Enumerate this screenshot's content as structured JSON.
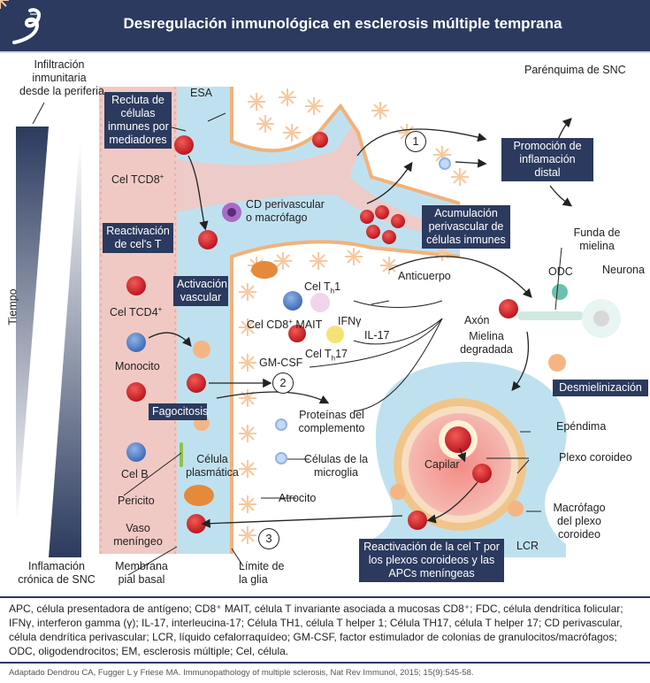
{
  "header": {
    "title": "Desregulación inmunológica en esclerosis múltiple temprana",
    "logo_icon": "dna-helix-logo"
  },
  "axis": {
    "top_label": [
      "Infiltración",
      "inmunitaria",
      "desde la periferia"
    ],
    "side_label": "Tiempo",
    "bottom_label": [
      "Inflamación",
      "crónica de SNC"
    ]
  },
  "regions": {
    "esa": "ESA",
    "parenquima": "Parénquima de SNC",
    "lcr": "LCR"
  },
  "boxes": {
    "recluta": [
      "Recluta de",
      "células",
      "inmunes por",
      "mediadores"
    ],
    "reactivacion_t": [
      "Reactivación",
      "de cel's T"
    ],
    "activacion_vascular": [
      "Activación",
      "vascular"
    ],
    "fagocitosis": "Fagocitosis",
    "acumulacion": [
      "Acumulación",
      "perivascular de",
      "células inmunes"
    ],
    "promocion": [
      "Promoción de",
      "inflamación",
      "distal"
    ],
    "desmielinizacion": "Desmielinización",
    "reactivacion_plexos": [
      "Reactivación de la cel T por",
      "los plexos coroideos y las",
      "APCs meníngeas"
    ]
  },
  "labels": {
    "cel_tcd8": "Cel TCD8",
    "cel_tcd8_sup": "+",
    "cd_perivascular": [
      "CD perivascular",
      "o macrófago"
    ],
    "cel_tcd4": "Cel TCD4",
    "cel_tcd4_sup": "+",
    "monocito": "Monocito",
    "cel_b": "Cel B",
    "pericito": "Pericito",
    "celula_plasmatica": [
      "Célula",
      "plasmática"
    ],
    "vaso_meningeo": [
      "Vaso",
      "meníngeo"
    ],
    "membrana": [
      "Membrana",
      "pial basal"
    ],
    "limite_glia": [
      "Límite de",
      "la glia"
    ],
    "atrocito": "Atrocito",
    "microglia": [
      "Células de la",
      "microglia"
    ],
    "proteinas": [
      "Proteínas del",
      "complemento"
    ],
    "cel_th1": "Cel T",
    "cel_th1_sub": "h",
    "cel_th1_num": "1",
    "cel_cd8_mait": "Cel CD8",
    "cel_cd8_mait_sup": "+",
    "cel_cd8_mait_tail": " MAIT",
    "ifny": "IFNγ",
    "il17": "IL-17",
    "cel_th17": "Cel T",
    "cel_th17_sub": "h",
    "cel_th17_num": "17",
    "gmcsf": "GM-CSF",
    "anticuerpo": "Anticuerpo",
    "funda_mielina": [
      "Funda de",
      "mielina"
    ],
    "odc": "ODC",
    "neurona": "Neurona",
    "axon": "Axón",
    "mielina_degradada": [
      "Mielina",
      "degradada"
    ],
    "ependima": "Epéndima",
    "plexo_coroideo": "Plexo coroideo",
    "capilar": "Capilar",
    "macrofago_plexo": [
      "Macrófago",
      "del plexo",
      "coroideo"
    ]
  },
  "steps": [
    "1",
    "2",
    "3"
  ],
  "colors": {
    "navy": "#2b3a5e",
    "vessel_pink": "#f1c9c4",
    "csf_blue": "#bfe1ef",
    "astro_peach": "#f7d3b0",
    "tcell_red": "#d0202a",
    "border_orange": "#f2b27a"
  },
  "footer": {
    "abbreviations": "APC, célula presentadora de antígeno; CD8⁺ MAIT, célula T invariante asociada a mucosas CD8⁺; FDC, célula dendrítica folicular; IFNγ, interferon gamma (γ); IL-17, interleucina-17; Célula TH1, célula T helper 1; Célula TH17, célula T helper 17; CD perivascular, célula dendrítica perivascular; LCR, líquido cefalorraquídeo; GM-CSF, factor estimulador de colonias de granulocitos/macrófagos; ODC, oligodendrocitos; EM, esclerosis múltiple; Cel, célula.",
    "credit": "Adaptado Dendrou CA, Fugger L y Friese MA. Immunopathology of multiple sclerosis, Nat Rev Immunol, 2015; 15(9):545-58."
  }
}
